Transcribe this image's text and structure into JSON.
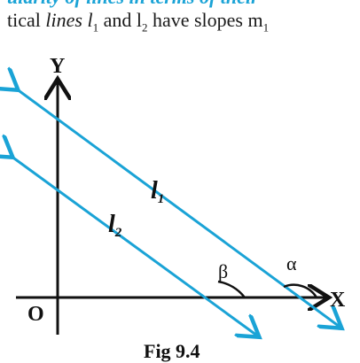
{
  "top_text": {
    "clipped_line": "ularity of lines in terms of their",
    "line": {
      "a": "tical ",
      "b": "lines",
      "c": " l",
      "c_sub": "1",
      "d": " and l",
      "d_sub": "2",
      "e": " have slopes m",
      "e_sub": "1"
    }
  },
  "diagram": {
    "axis_y_label": "Y",
    "axis_x_label": "X",
    "origin_label": "O",
    "line1_label": "l",
    "line1_sub": "1",
    "line2_label": "l",
    "line2_sub": "2",
    "angle_beta": "β",
    "angle_alpha": "α",
    "caption": "Fig 9.4",
    "colors": {
      "axis": "#111111",
      "line": "#1aa3d6",
      "text": "#111111"
    }
  }
}
